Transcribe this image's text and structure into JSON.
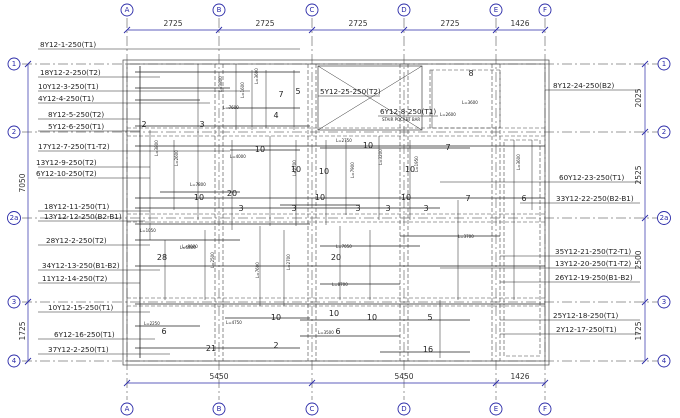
{
  "axes": {
    "columns": [
      "A",
      "B",
      "C",
      "D",
      "E",
      "F"
    ],
    "rows": [
      "1",
      "2",
      "2a",
      "3",
      "4"
    ]
  },
  "dimensions": {
    "top": [
      "2725",
      "2725",
      "2725",
      "2725",
      "1426"
    ],
    "bottom": [
      "5450",
      "5450",
      "1426"
    ],
    "left": [
      "7050",
      "1725"
    ],
    "right": [
      "2025",
      "2525",
      "2500",
      "1725"
    ]
  },
  "callouts_left": [
    "8Y12-1-250(T1)",
    "18Y12-2-250(T2)",
    "10Y12-3-250(T1)",
    "4Y12-4-250(T1)",
    "8Y12-5-250(T2)",
    "5Y12-6-250(T1)",
    "17Y12-7-250(T1-T2)",
    "13Y12-9-250(T2)",
    "6Y12-10-250(T2)",
    "18Y12-11-250(T1)",
    "13Y12-12-250(B2-B1)",
    "28Y12-2-250(T2)",
    "34Y12-13-250(B1-B2)",
    "11Y12-14-250(T2)",
    "10Y12-15-250(T1)",
    "6Y12-16-250(T1)",
    "37Y12-2-250(T1)"
  ],
  "callouts_right": [
    "8Y12-24-250(B2)",
    "60Y12-23-250(T1)",
    "33Y12-22-250(B2-B1)",
    "35Y12-21-250(T2-T1)",
    "13Y12-20-250(T1-T2)",
    "26Y12-19-250(B1-B2)",
    "25Y12-18-250(T1)",
    "2Y12-17-250(T1)"
  ],
  "callouts_center": [
    "5Y12-25-250(T2)",
    "6Y12-8-250(T1)",
    "STAIR POCKET BAR"
  ],
  "bar_counts": [
    "2",
    "3",
    "5",
    "10",
    "10",
    "20",
    "7",
    "6",
    "28",
    "20",
    "10",
    "10",
    "10",
    "10",
    "10",
    "6",
    "3",
    "3",
    "3",
    "3",
    "3",
    "10",
    "10",
    "21",
    "16",
    "7",
    "5",
    "6",
    "2",
    "4",
    "8",
    "7",
    "10",
    "10"
  ],
  "bar_lengths": [
    "L=3800",
    "L=7600",
    "L=7800",
    "L=1600",
    "L=3600",
    "L=2600",
    "L=7600",
    "L=9000",
    "L=8700",
    "L=3700",
    "L=4000",
    "L=3600",
    "L=5800",
    "L=7050",
    "L=3600",
    "L=2750",
    "L=2700",
    "L=2600",
    "L=3500",
    "L=3200",
    "L=1050",
    "L=2250",
    "L=2700",
    "L=3800",
    "L=4750",
    "L=2500",
    "L=7900",
    "L=1950"
  ]
}
